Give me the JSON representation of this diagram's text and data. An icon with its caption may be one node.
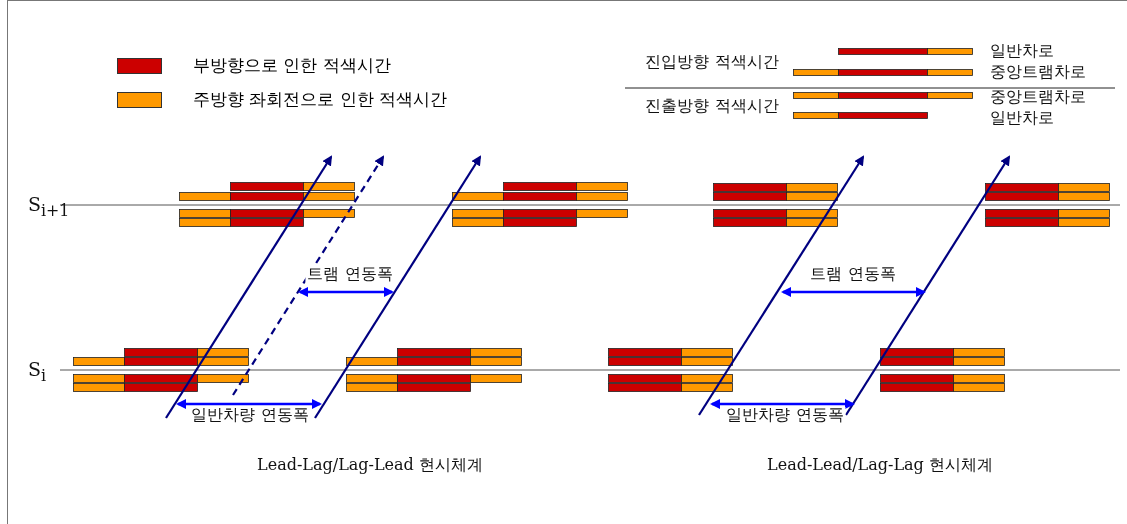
{
  "diagram": {
    "labels": [
      "진입방향 적색시간",
      "일반차로",
      "중앙트램차로",
      "진출방향 적색시간",
      "중앙트램차로",
      "일반차로",
      "S$_{i+1}$",
      "트램 연동폭",
      "트램 연동폭",
      "S$_{i}$",
      "일반차량 연동폭",
      "일반차량 연동폭",
      "Lead-Lag/Lag-Lead 현시체계",
      "Lead-Lead/Lag-Lag 현시체계"
    ],
    "legend": [
      {
        "text": "부방향으로 인한 적색시간",
        "color": "#cc0000"
      },
      {
        "text": "주방향 좌회전으로 인한 적색시간",
        "color": "#ff9900"
      }
    ]
  }
}
